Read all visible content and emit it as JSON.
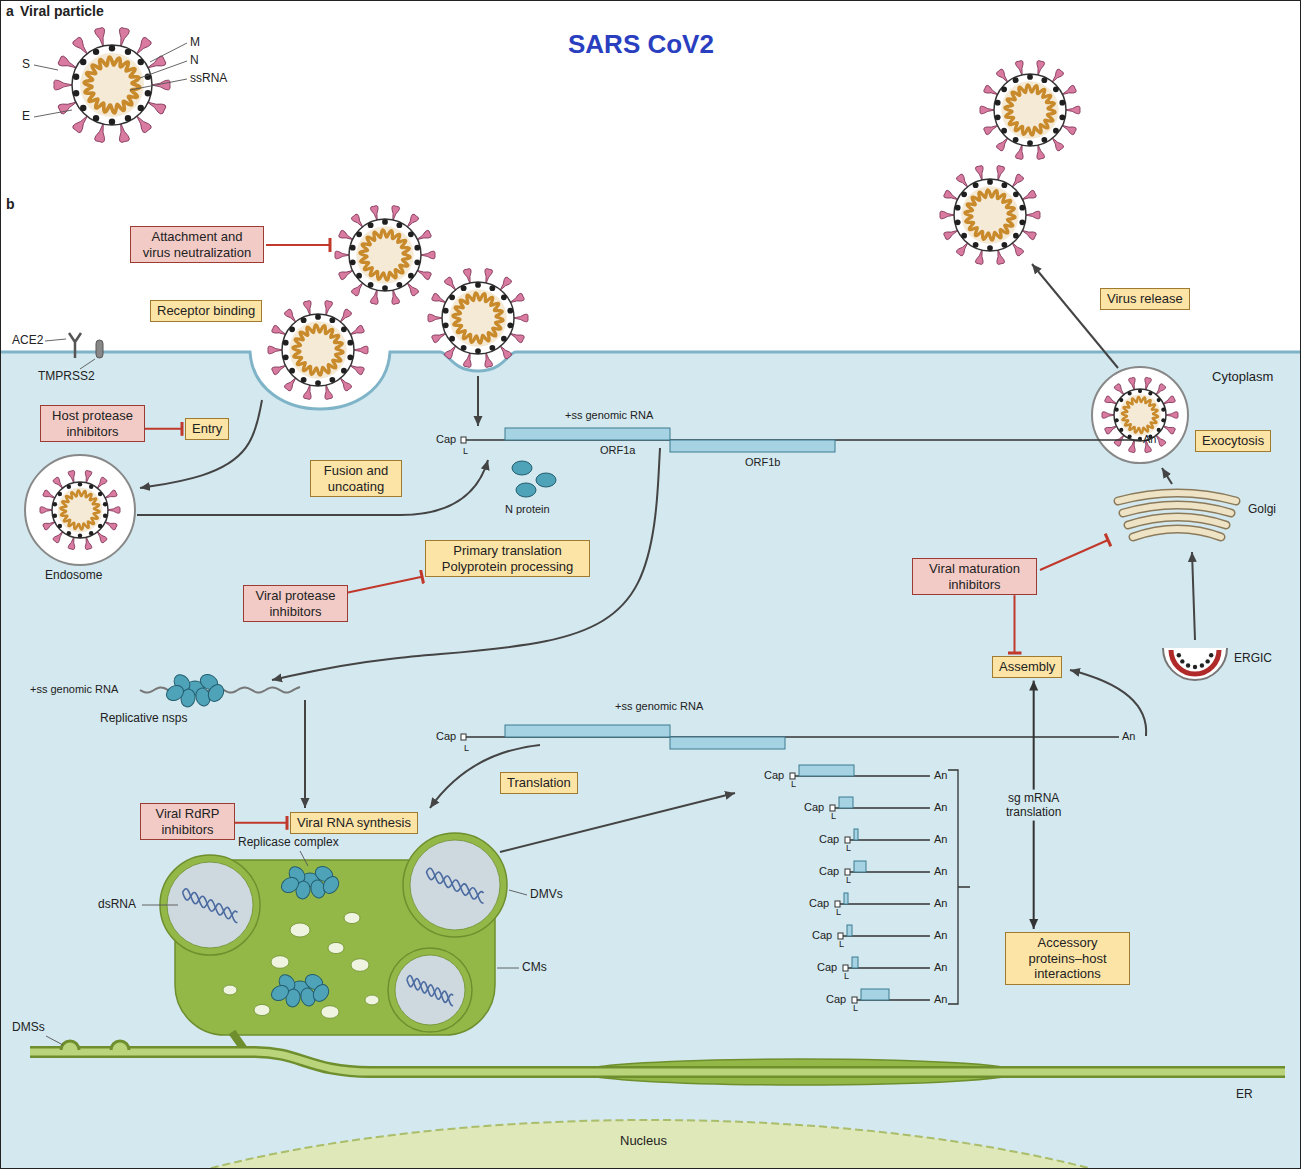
{
  "diagram": {
    "title": "SARS CoV2",
    "nodes": [
      {
        "text": [
          "Attachment and virus neutralization"
        ]
      },
      {
        "text": [
          "Receptor binding"
        ]
      },
      {
        "text": [
          "Host protease inhibitors"
        ]
      },
      {
        "text": [
          "Entry"
        ]
      },
      {
        "text": [
          "Fusion and uncoating"
        ]
      },
      {
        "text": [
          "Primary translation Polyprotein processing"
        ]
      },
      {
        "text": [
          "Viral protease inhibitors"
        ]
      },
      {
        "text": [
          "Translation"
        ]
      },
      {
        "text": [
          "Viral RdRP inhibitors"
        ]
      },
      {
        "text": [
          "Viral RNA synthesis"
        ]
      },
      {
        "text": [
          "Viral maturation inhibitors"
        ]
      },
      {
        "text": [
          "Assembly"
        ]
      },
      {
        "text": [
          "Accessory proteins–host interactions"
        ]
      },
      {
        "text": [
          "Exocytosis"
        ]
      },
      {
        "text": [
          "Virus release"
        ]
      }
    ],
    "edges": [
      {
        "from": 2,
        "to": 3,
        "arrow": "to"
      },
      {
        "from": 6,
        "to": 5,
        "arrow": "to"
      },
      {
        "from": 8,
        "to": 9,
        "arrow": "to"
      },
      {
        "from": 10,
        "to": 11,
        "arrow": "to"
      },
      {
        "from": 11,
        "to": 12,
        "arrow": "both",
        "label": "sg mRNA translation"
      }
    ],
    "labels": [
      "a",
      "Viral particle",
      "S",
      "M",
      "N",
      "ssRNA",
      "E",
      "b",
      "ACE2",
      "TMPRSS2",
      "Cytoplasm",
      "+ss genomic RNA",
      "Cap",
      "L",
      "ORF1a",
      "ORF1b",
      "An",
      "N protein",
      "Endosome",
      "Golgi",
      "+ss genomic RNA",
      "Replicative nsps",
      "ERGIC",
      "+ss genomic RNA",
      "Cap",
      "L",
      "An",
      "Cap",
      "L",
      "An",
      "Cap",
      "L",
      "An",
      "Cap",
      "L",
      "An",
      "Cap",
      "L",
      "An",
      "Cap",
      "L",
      "An",
      "Cap",
      "L",
      "An",
      "Cap",
      "L",
      "An",
      "Cap",
      "L",
      "An",
      "Replicase complex",
      "dsRNA",
      "DMVs",
      "CMs",
      "DMSs",
      "ER",
      "Nucleus"
    ]
  }
}
